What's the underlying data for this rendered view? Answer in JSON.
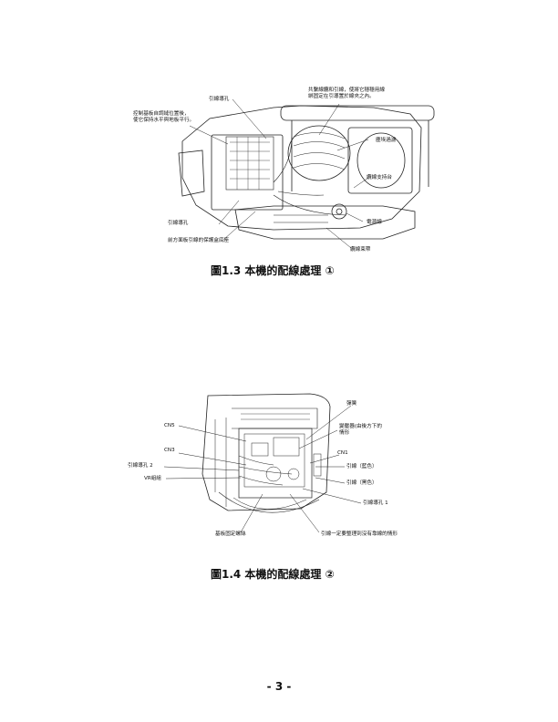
{
  "figure1": {
    "caption": "圖1.3  本機的配線處理 ①",
    "labels": {
      "top_right": "共繫線纜和引線，使將它穩穩用線\n綁固定在引導置於線夾之內。",
      "wire_hole_top": "引線導孔",
      "control_board": "控制基板自調縫位置後，\n使它保持水平與地板平行。",
      "filter_bag": "塵埃過濾",
      "ribbon_holder": "纜線支持台",
      "wire_hole_bottom": "引線導孔",
      "front_panel_wires": "前方面板引線的保護盒底座",
      "power_cord": "電源線",
      "cable_tie": "纜線束帶"
    }
  },
  "figure2": {
    "caption": "圖1.4  本機的配線處理 ②",
    "labels": {
      "spring": "彈簧",
      "cn5": "CN5",
      "transformer": "變壓器(由後方下的\n情形",
      "cn3": "CN3",
      "cn1": "CN1",
      "wire_hole_2": "引線導孔 2",
      "vr_group": "VR組組",
      "lead_blue": "引線（藍色）",
      "lead_black": "引線（黑色）",
      "wire_hole_1": "引線導孔 1",
      "board_fix_screw": "基板固定螺絲",
      "lead_note": "引線一定要整理到沒有靠線的情形"
    }
  },
  "page_number": "- 3 -"
}
